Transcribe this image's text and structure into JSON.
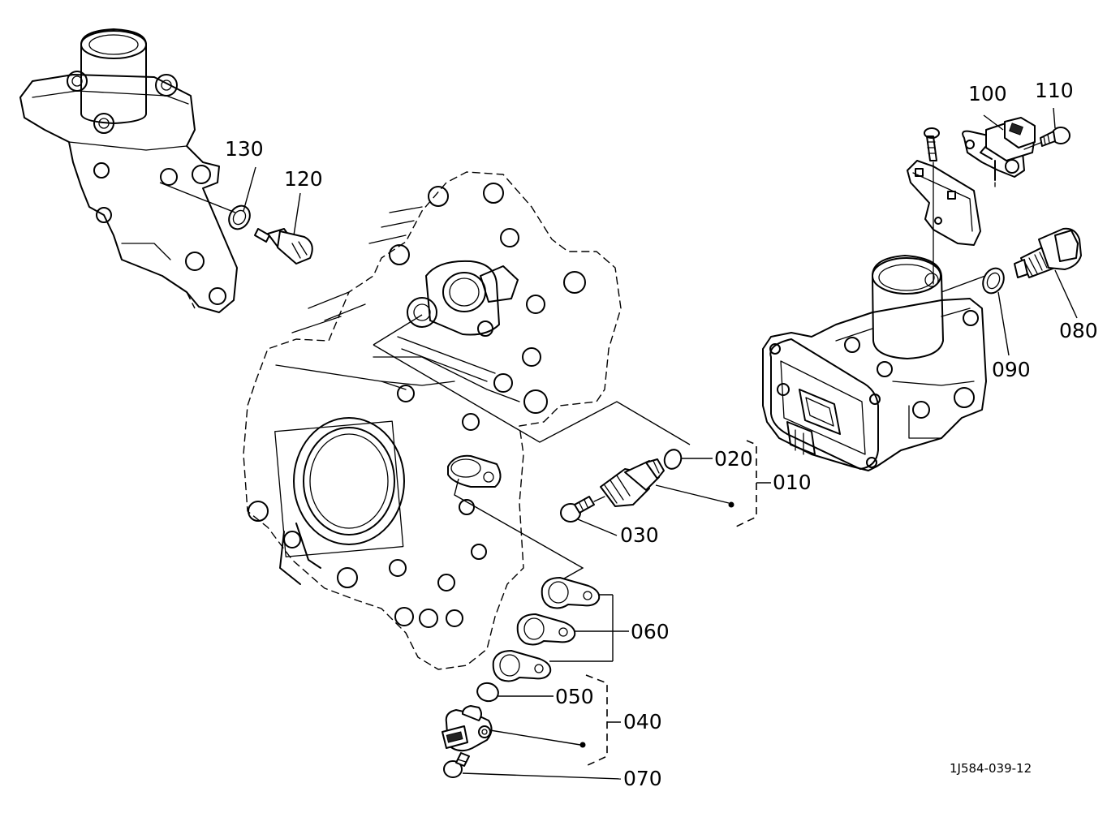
{
  "figure_code": "1J584-039-12",
  "callouts": {
    "c010": "010",
    "c020": "020",
    "c030": "030",
    "c040": "040",
    "c050": "050",
    "c060": "060",
    "c070": "070",
    "c080": "080",
    "c090": "090",
    "c100": "100",
    "c110": "110",
    "c120": "120",
    "c130": "130"
  }
}
